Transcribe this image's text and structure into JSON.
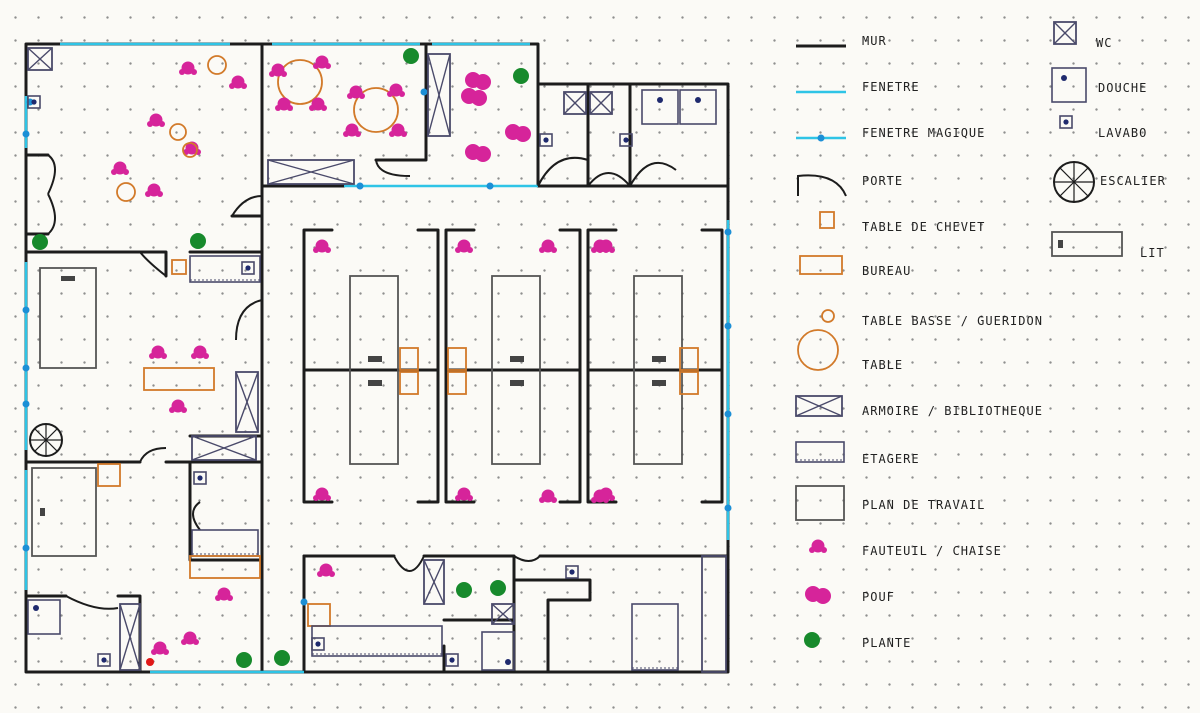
{
  "colors": {
    "wall": "#1c1c1c",
    "window": "#2ec4e6",
    "magic_window_dot": "#1c8fd6",
    "wood": "#d27a2a",
    "seat": "#d6249a",
    "plant": "#178a2c",
    "furniture": "#4a4a6a",
    "red_marker": "#e01818"
  },
  "legend": {
    "items": [
      {
        "id": "mur",
        "label": "MUR",
        "symbol": "wall"
      },
      {
        "id": "fenetre",
        "label": "FENETRE",
        "symbol": "window"
      },
      {
        "id": "fenetre-magique",
        "label": "FENETRE MAGIQUE",
        "symbol": "magic-window"
      },
      {
        "id": "porte",
        "label": "PORTE",
        "symbol": "door"
      },
      {
        "id": "table-de-chevet",
        "label": "TABLE DE CHEVET",
        "symbol": "nightstand"
      },
      {
        "id": "bureau",
        "label": "BUREAU",
        "symbol": "desk"
      },
      {
        "id": "table-basse",
        "label": "TABLE BASSE / GUERIDON",
        "symbol": "coffee-table"
      },
      {
        "id": "table",
        "label": "TABLE",
        "symbol": "table"
      },
      {
        "id": "armoire",
        "label": "ARMOIRE / BIBLIOTHEQUE",
        "symbol": "wardrobe"
      },
      {
        "id": "etagere",
        "label": "ETAGERE",
        "symbol": "shelf"
      },
      {
        "id": "plan-de-travail",
        "label": "PLAN DE TRAVAIL",
        "symbol": "worktop"
      },
      {
        "id": "fauteuil",
        "label": "FAUTEUIL / CHAISE",
        "symbol": "chair"
      },
      {
        "id": "pouf",
        "label": "POUF",
        "symbol": "pouf"
      },
      {
        "id": "plante",
        "label": "PLANTE",
        "symbol": "plant"
      }
    ],
    "items_right": [
      {
        "id": "wc",
        "label": "WC",
        "symbol": "wc"
      },
      {
        "id": "douche",
        "label": "DOUCHE",
        "symbol": "shower"
      },
      {
        "id": "lavabo",
        "label": "LAVABO",
        "symbol": "sink"
      },
      {
        "id": "escalier",
        "label": "ESCALIER",
        "symbol": "stairs"
      },
      {
        "id": "lit",
        "label": "LIT",
        "symbol": "bed"
      }
    ]
  }
}
